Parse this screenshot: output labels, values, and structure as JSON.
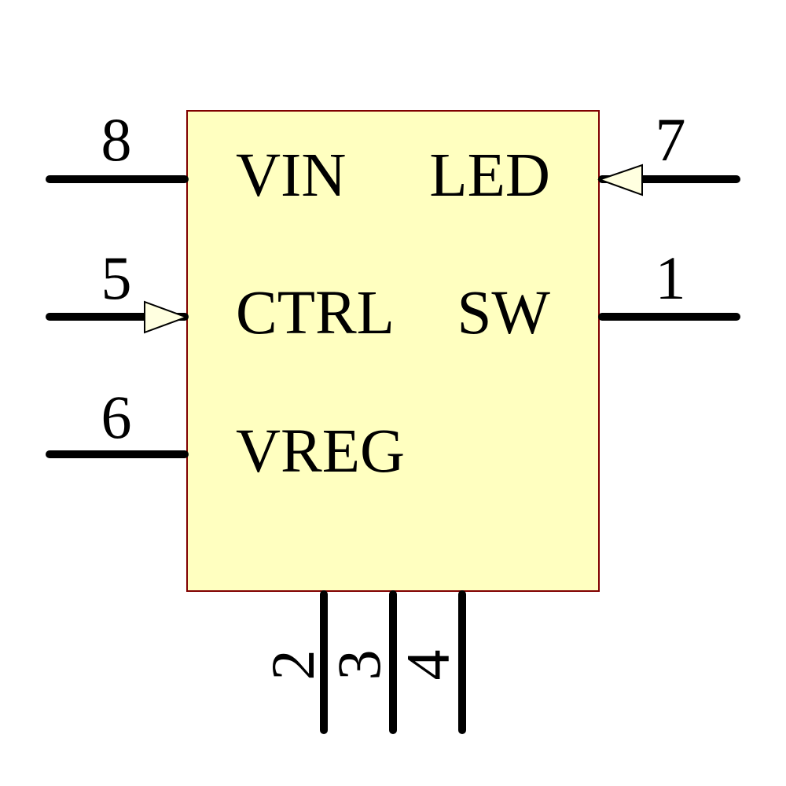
{
  "diagram": {
    "type": "schematic-symbol",
    "colors": {
      "background": "#FFFFFF",
      "body_fill": "#FFFFC0",
      "body_border": "#800000",
      "arrow_fill": "#FFFFE0",
      "wire": "#000000",
      "text": "#000000"
    },
    "pins": {
      "left": [
        {
          "number": "8",
          "label": "VIN",
          "arrow": false
        },
        {
          "number": "5",
          "label": "CTRL",
          "arrow": true
        },
        {
          "number": "6",
          "label": "VREG",
          "arrow": false
        }
      ],
      "right": [
        {
          "number": "7",
          "label": "LED",
          "arrow": true
        },
        {
          "number": "1",
          "label": "SW",
          "arrow": false
        }
      ],
      "bottom": [
        {
          "number": "2"
        },
        {
          "number": "3"
        },
        {
          "number": "4"
        }
      ]
    }
  }
}
